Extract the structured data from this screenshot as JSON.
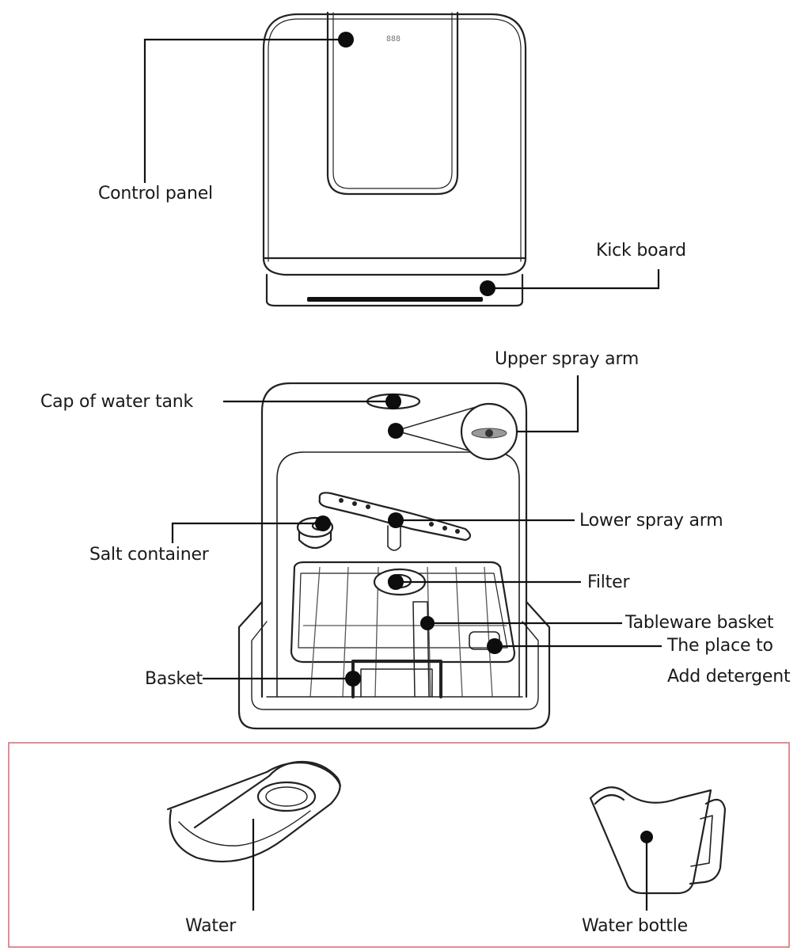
{
  "labels": {
    "control_panel": "Control panel",
    "kick_board": "Kick board",
    "upper_spray_arm": "Upper spray arm",
    "cap_of_water_tank": "Cap of water tank",
    "lower_spray_arm": "Lower spray arm",
    "salt_container": "Salt container",
    "filter": "Filter",
    "tableware_basket": "Tableware basket",
    "detergent_line1": "The place to",
    "detergent_line2": "Add detergent",
    "basket": "Basket",
    "water": "Water",
    "water_bottle": "Water bottle"
  },
  "display_text": "888",
  "colors": {
    "line": "#111111",
    "accessory_frame": "#d9707a"
  }
}
